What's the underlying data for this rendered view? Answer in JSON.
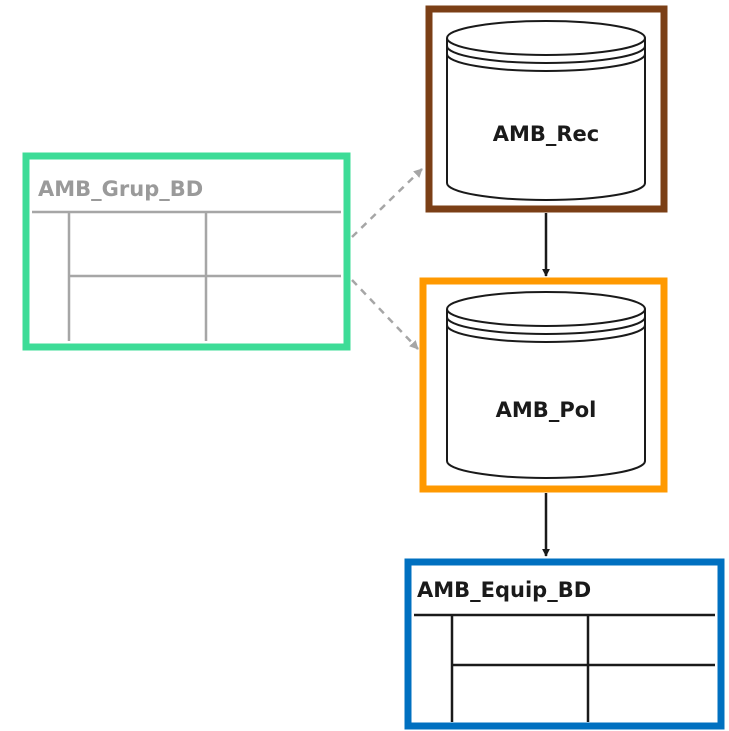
{
  "colors": {
    "grup_border": "#3ddc97",
    "rec_border": "#7b3f16",
    "pol_border": "#ff9900",
    "equip_border": "#0070c0",
    "grup_text": "#9a9a9a",
    "grup_grid": "#a6a6a6",
    "dark": "#1a1a1a",
    "dashed_arrow": "#a6a6a6"
  },
  "icons": {
    "table": "table-icon",
    "database": "database-cylinder-icon"
  },
  "nodes": {
    "grup_bd": {
      "label": "AMB_Grup_BD"
    },
    "rec": {
      "label": "AMB_Rec"
    },
    "pol": {
      "label": "AMB_Pol"
    },
    "equip_bd": {
      "label": "AMB_Equip_BD"
    }
  }
}
